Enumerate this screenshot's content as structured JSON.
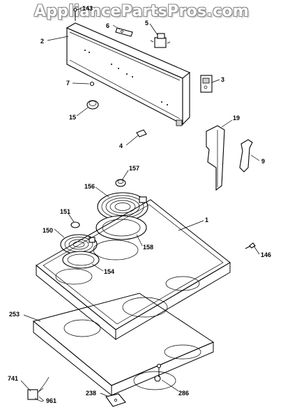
{
  "watermark": "AppliancePartsPros.com",
  "callouts": {
    "c143": "143",
    "c2": "2",
    "c6": "6",
    "c5": "5",
    "c3": "3",
    "c7": "7",
    "c15": "15",
    "c19": "19",
    "c4": "4",
    "c9": "9",
    "c157": "157",
    "c156": "156",
    "c1": "1",
    "c151": "151",
    "c150": "150",
    "c158": "158",
    "c146": "146",
    "c154": "154",
    "c253": "253",
    "c741": "741",
    "c961": "961",
    "c238": "238",
    "c286": "286"
  }
}
